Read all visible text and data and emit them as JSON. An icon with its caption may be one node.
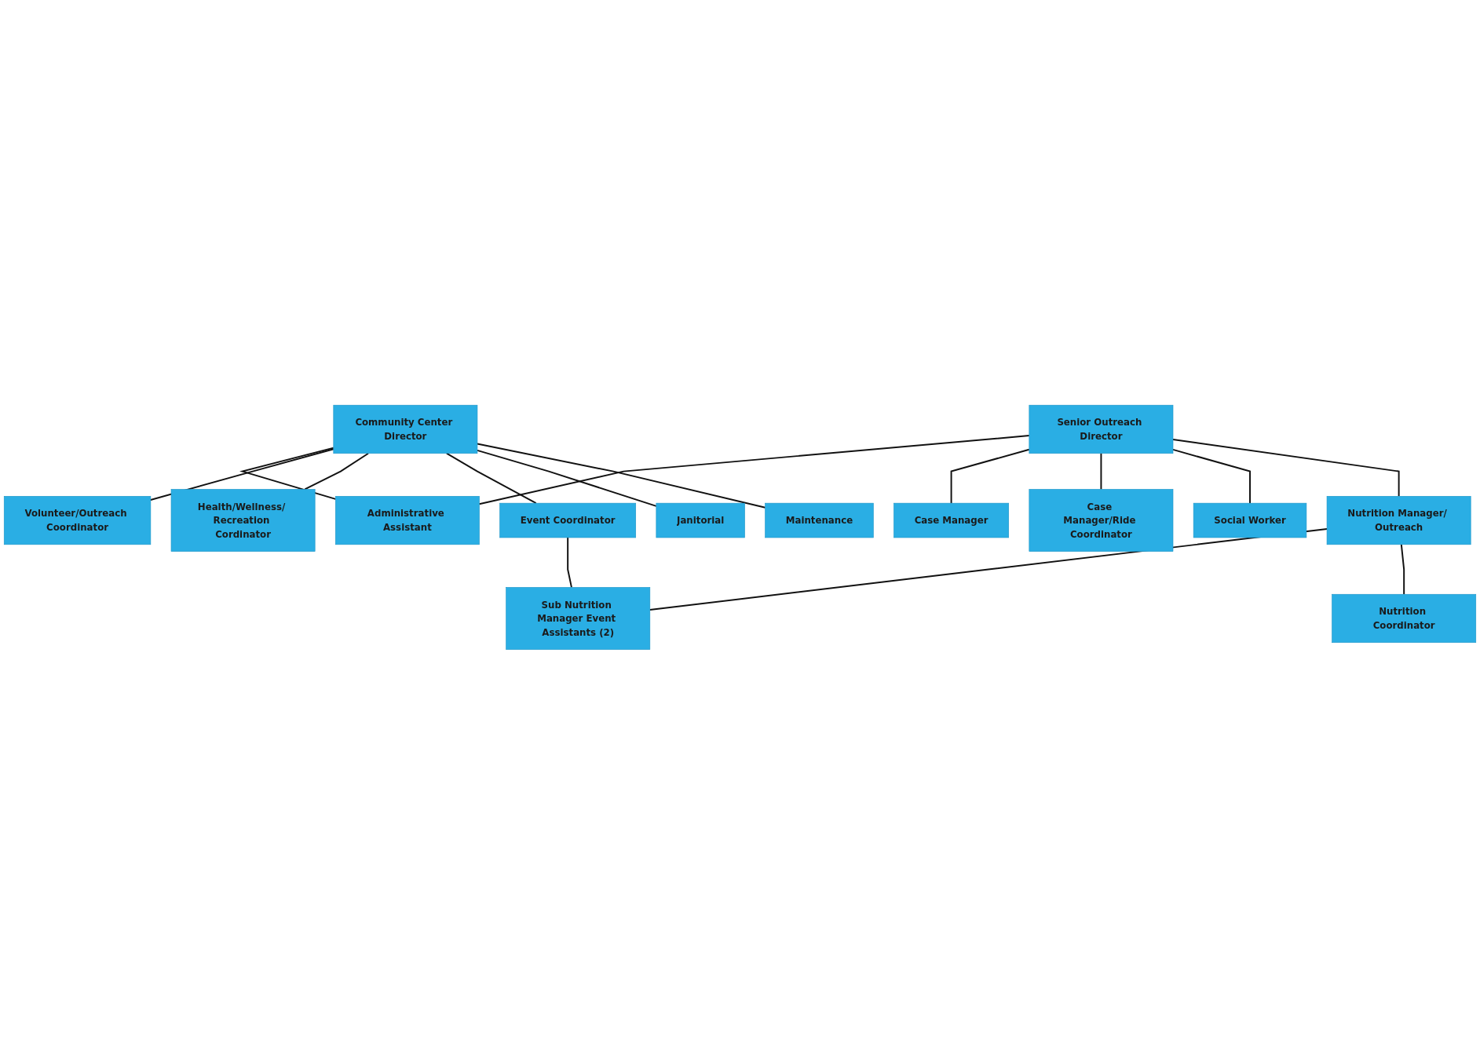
{
  "diagram": {
    "nodes": [
      {
        "text": [
          "Community Center Director"
        ]
      },
      {
        "text": [
          "Senior Outreach Director"
        ]
      },
      {
        "text": [
          "Volunteer/Outreach Coordinator"
        ]
      },
      {
        "text": [
          "Administrative Assistant"
        ]
      },
      {
        "text": [
          "Case Manager"
        ]
      },
      {
        "text": [
          "Health/Wellness/ Recreation Cordinator"
        ]
      },
      {
        "text": [
          "Case Manager/Ride Coordinator"
        ]
      },
      {
        "text": [
          "Event Coordinator"
        ]
      },
      {
        "text": [
          "Social Worker"
        ]
      },
      {
        "text": [
          "Janitorial"
        ]
      },
      {
        "text": [
          "Nutrition Manager/ Outreach"
        ]
      },
      {
        "text": [
          "Maintenance"
        ]
      },
      {
        "text": [
          "Sub Nutrition Manager Event Assistants (2)"
        ]
      },
      {
        "text": [
          "Nutrition Coordinator"
        ]
      }
    ],
    "edges": [
      {
        "from": 0,
        "to": 3,
        "arrow": "none"
      },
      {
        "from": 1,
        "to": 3,
        "arrow": "none"
      },
      {
        "from": 0,
        "to": 2,
        "arrow": "none"
      },
      {
        "from": 0,
        "to": 5,
        "arrow": "none"
      },
      {
        "from": 0,
        "to": 7,
        "arrow": "none"
      },
      {
        "from": 0,
        "to": 9,
        "arrow": "none"
      },
      {
        "from": 0,
        "to": 11,
        "arrow": "none"
      },
      {
        "from": 1,
        "to": 4,
        "arrow": "none"
      },
      {
        "from": 1,
        "to": 6,
        "arrow": "none"
      },
      {
        "from": 1,
        "to": 8,
        "arrow": "none"
      },
      {
        "from": 1,
        "to": 10,
        "arrow": "none"
      },
      {
        "from": 7,
        "to": 12,
        "arrow": "none"
      },
      {
        "from": 10,
        "to": 12,
        "arrow": "none"
      },
      {
        "from": 10,
        "to": 13,
        "arrow": "none"
      }
    ]
  }
}
